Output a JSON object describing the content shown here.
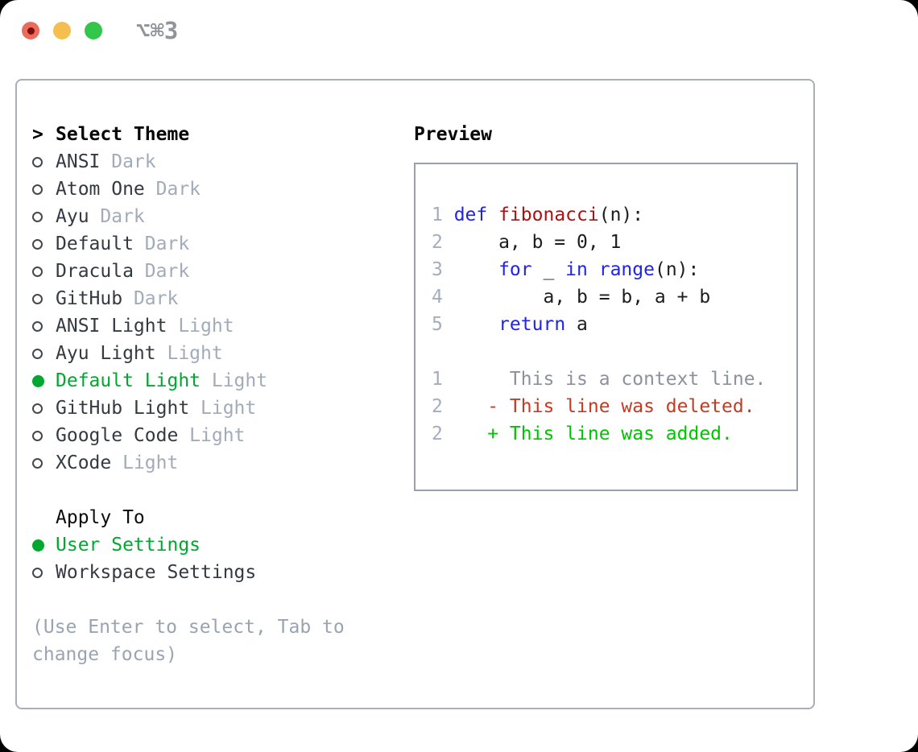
{
  "titlebar": {
    "title": "⌥⌘3"
  },
  "theme_list": {
    "prompt": ">",
    "heading": "Select Theme",
    "items": [
      {
        "name": "ANSI",
        "variant": "Dark",
        "state": "normal"
      },
      {
        "name": "Atom One",
        "variant": "Dark",
        "state": "normal"
      },
      {
        "name": "Ayu",
        "variant": "Dark",
        "state": "normal"
      },
      {
        "name": "Default",
        "variant": "Dark",
        "state": "normal"
      },
      {
        "name": "Dracula",
        "variant": "Dark",
        "state": "normal"
      },
      {
        "name": "GitHub",
        "variant": "Dark",
        "state": "normal"
      },
      {
        "name": "ANSI Light",
        "variant": "Light",
        "state": "normal"
      },
      {
        "name": "Ayu Light",
        "variant": "Light",
        "state": "normal"
      },
      {
        "name": "Default Light",
        "variant": "Light",
        "state": "selected"
      },
      {
        "name": "GitHub Light",
        "variant": "Light",
        "state": "normal"
      },
      {
        "name": "Google Code",
        "variant": "Light",
        "state": "normal"
      },
      {
        "name": "XCode",
        "variant": "Light",
        "state": "normal"
      }
    ]
  },
  "apply_to": {
    "heading": "Apply To",
    "options": [
      {
        "label": "User Settings",
        "state": "selected"
      },
      {
        "label": "Workspace Settings",
        "state": "normal"
      }
    ]
  },
  "help_text": "(Use Enter to select, Tab to change focus)",
  "preview": {
    "heading": "Preview",
    "code_lines": [
      {
        "num": "1",
        "segments": [
          {
            "t": "def",
            "c": "keyword"
          },
          {
            "t": " ",
            "c": "plain"
          },
          {
            "t": "fibonacci",
            "c": "function"
          },
          {
            "t": "(n):",
            "c": "plain"
          }
        ]
      },
      {
        "num": "2",
        "segments": [
          {
            "t": "    a, b = 0, 1",
            "c": "plain"
          }
        ]
      },
      {
        "num": "3",
        "segments": [
          {
            "t": "    ",
            "c": "plain"
          },
          {
            "t": "for",
            "c": "keyword"
          },
          {
            "t": " _ ",
            "c": "plain"
          },
          {
            "t": "in",
            "c": "keyword"
          },
          {
            "t": " ",
            "c": "plain"
          },
          {
            "t": "range",
            "c": "keyword"
          },
          {
            "t": "(n):",
            "c": "plain"
          }
        ]
      },
      {
        "num": "4",
        "segments": [
          {
            "t": "        a, b = b, a + b",
            "c": "plain"
          }
        ]
      },
      {
        "num": "5",
        "segments": [
          {
            "t": "    ",
            "c": "plain"
          },
          {
            "t": "return",
            "c": "keyword"
          },
          {
            "t": " a",
            "c": "plain"
          }
        ]
      }
    ],
    "diff_lines": [
      {
        "num": "1",
        "segments": [
          {
            "t": "     This is a context line.",
            "c": "context"
          }
        ]
      },
      {
        "num": "2",
        "segments": [
          {
            "t": "   - This line was deleted.",
            "c": "deleted"
          }
        ]
      },
      {
        "num": "2",
        "segments": [
          {
            "t": "   + This line was added.",
            "c": "added"
          }
        ]
      }
    ]
  },
  "colors": {
    "selected_green": "#00a830",
    "added_green": "#00c400",
    "deleted_red": "#c43b22",
    "keyword_blue": "#2024e8",
    "function_red": "#aa1111",
    "muted_gray": "#a2abb9",
    "panel_border": "#a9afb9",
    "traffic_red": "#ed6a5f",
    "traffic_yellow": "#f5bf4f",
    "traffic_green": "#32c74a"
  }
}
